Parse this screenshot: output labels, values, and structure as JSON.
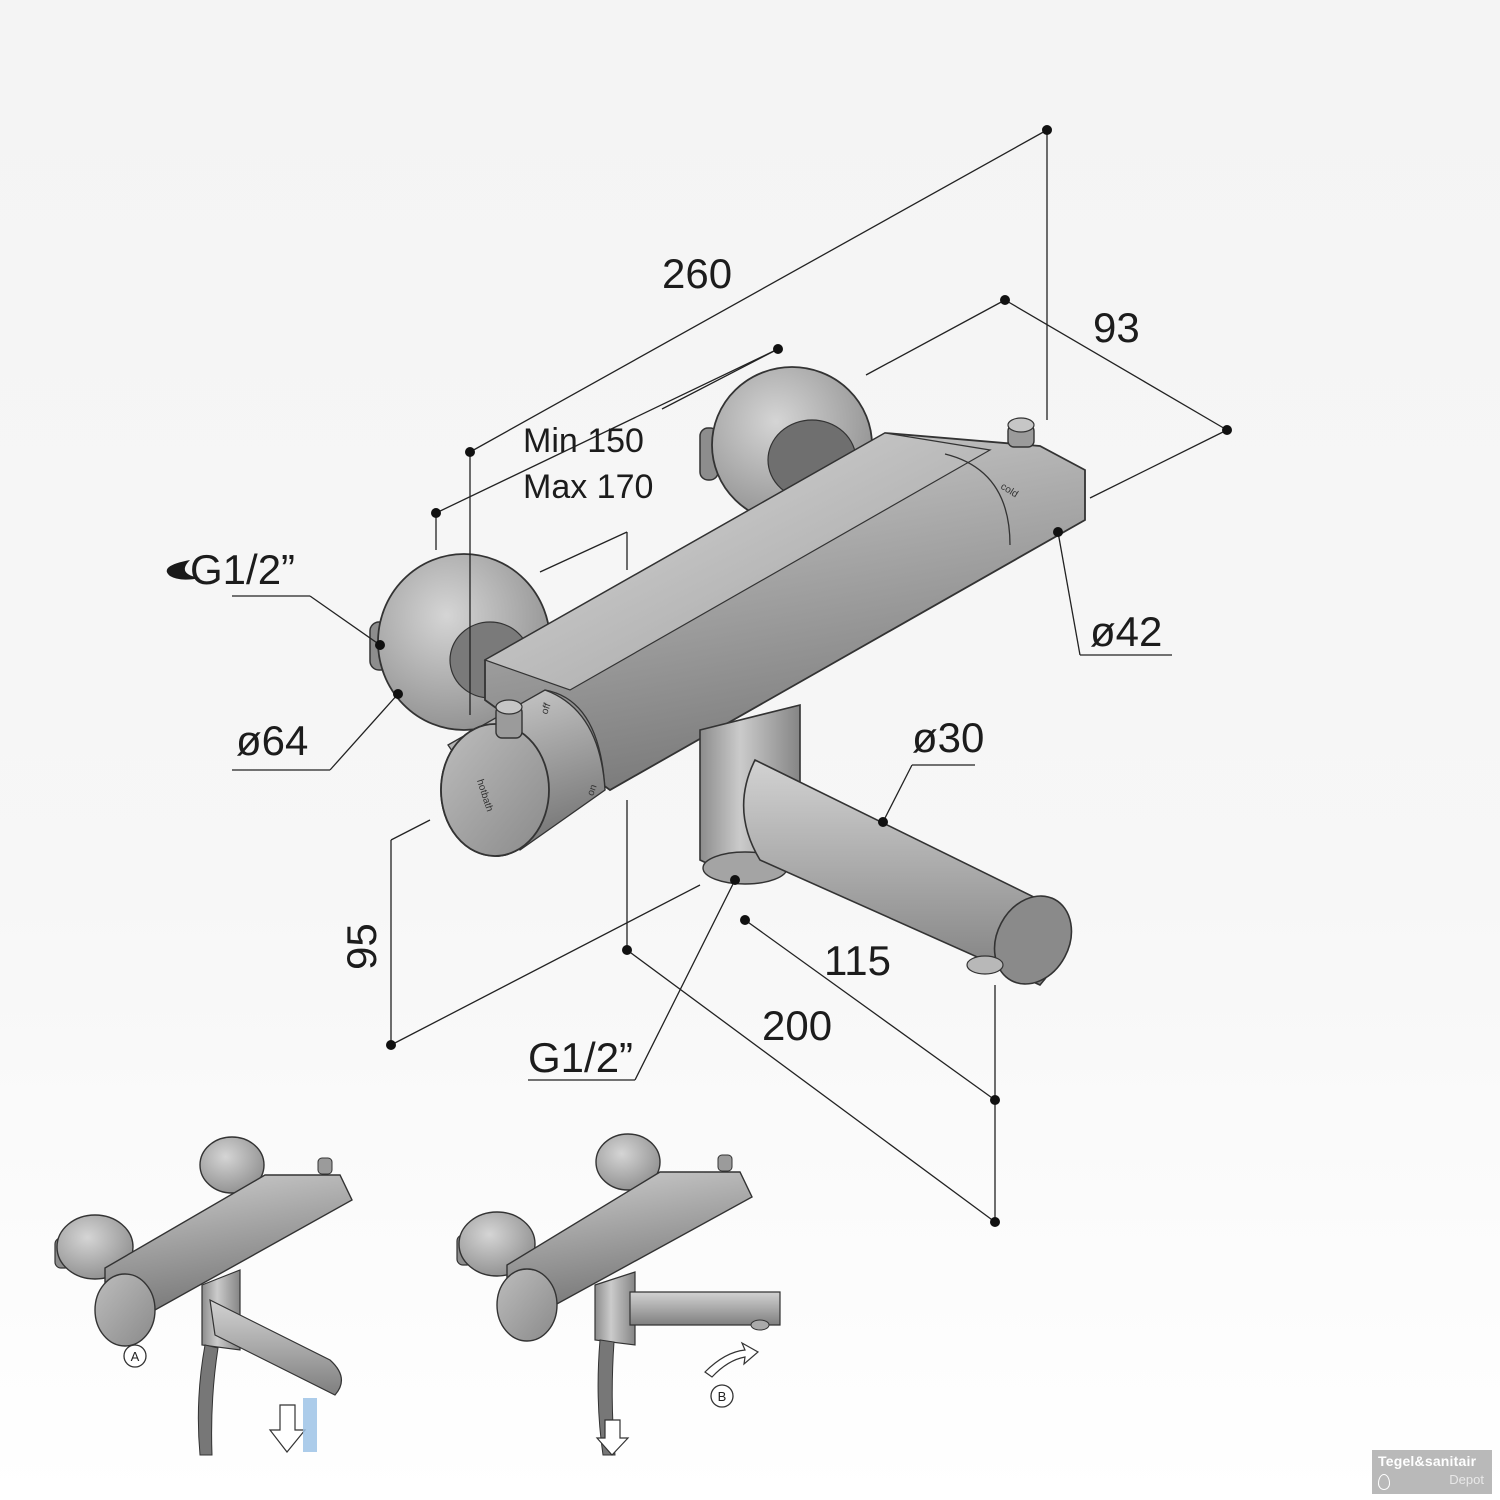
{
  "dimensions": {
    "total_length": "260",
    "depth": "93",
    "connection_range_min": "Min 150",
    "connection_range_max": "Max 170",
    "inlet_thread": "G1/2”",
    "rosette_diameter": "ø64",
    "body_diameter": "ø42",
    "spout_diameter": "ø30",
    "height": "95",
    "spout_reach": "115",
    "overall_projection": "200",
    "outlet_thread": "G1/2”"
  },
  "knob_labels": {
    "brand": "hotbath",
    "off": "off",
    "on": "on",
    "cold": "cold"
  },
  "variants": {
    "a": "A",
    "b": "B"
  },
  "logo": {
    "line1": "Tegel&sanitair",
    "line2": "Depot"
  },
  "colors": {
    "metal_light": "#c4c4c4",
    "metal_mid": "#9a9a9a",
    "metal_dark": "#6e6e6e",
    "line": "#222222",
    "water": "#9ec3e6"
  }
}
